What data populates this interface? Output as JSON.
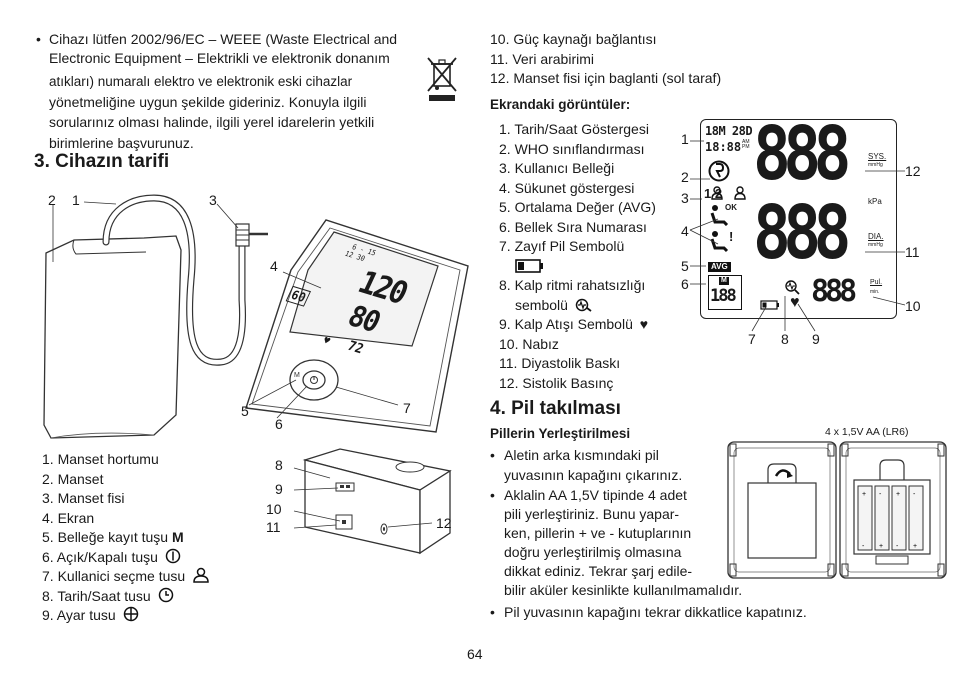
{
  "weee_text": [
    "Cihazı lütfen 2002/96/EC – WEEE (Waste Electrical and",
    "Electronic Equipment – Elektrikli ve elektronik donanım",
    "atıkları) numaralı elektro ve elektronik eski cihazlar",
    "yönetmeliğine uygun şekilde gideriniz. Konuyla ilgili",
    "sorularınız olması halinde, ilgili yerel idarelerin yetkili",
    "birimlerine başvurunuz."
  ],
  "section3": {
    "title": "3. Cihazın tarifi",
    "parts_list": [
      "1. Manset hortumu",
      "2. Manset",
      "3. Manset fisi",
      "4. Ekran",
      "5. Belleğe kayıt tuşu",
      "6. Açık/Kapalı tuşu",
      "7. Kullanici seçme tusu",
      "8. Tarih/Saat tusu",
      "9. Ayar tusu"
    ],
    "memory_key_letter": "M",
    "parts_list_right": [
      "10. Güç kaynağı bağlantısı",
      "11. Veri arabirimi",
      "12. Manset fisi için baglanti (sol taraf)"
    ],
    "diagram_callouts_top": [
      "2",
      "1",
      "3",
      "4",
      "5",
      "6",
      "7"
    ],
    "diagram_callouts_bottom": [
      "8",
      "9",
      "10",
      "11",
      "12"
    ],
    "device_display": {
      "sys": "120",
      "dia": "80",
      "pulse": "72",
      "mem": "60",
      "date1": "6 - 15",
      "date2": "12 30"
    }
  },
  "screen": {
    "title": "Ekrandaki görüntüler:",
    "items_a": [
      "1. Tarih/Saat Göstergesi",
      "2. WHO sınıflandırması",
      "3. Kullanıcı Belleği",
      "4. Sükunet göstergesi",
      "5. Ortalama Değer (AVG)",
      "6. Bellek Sıra Numarası",
      "7. Zayıf Pil Sembolü"
    ],
    "item8_line1": "8. Kalp ritmi rahatsızlığı",
    "item8_line2": "sembolü",
    "item9": "9. Kalp Atışı Sembolü",
    "items_b": [
      "10. Nabız",
      "11. Diyastolik Baskı",
      "12. Sistolik Basınç"
    ],
    "lcd": {
      "date_top": "18M 28D",
      "date_bottom": "18:88",
      "sys_digits": "888",
      "dia_digits": "888",
      "pulse_digits": "888",
      "mem_digits": "188",
      "mem_letter": "M",
      "avg": "AVG",
      "ok": "OK",
      "excl": "!",
      "user_icons": "1 2",
      "am": "AM",
      "pm": "PM",
      "sys_label": "SYS.",
      "sys_unit": "mmHg",
      "kpa": "kPa",
      "dia_label": "DIA.",
      "dia_unit": "mmHg",
      "pul_label": "Pul.",
      "pul_unit": "min."
    },
    "callouts_left": [
      "1",
      "2",
      "3",
      "4",
      "5",
      "6"
    ],
    "callouts_right": [
      "12",
      "11",
      "10"
    ],
    "callouts_bottom": [
      "7",
      "8",
      "9"
    ]
  },
  "section4": {
    "title": "4. Pil takılması",
    "subtitle": "Pillerin Yerleştirilmesi",
    "battery_label": "4 x 1,5V AA (LR6)",
    "bullets": [
      [
        "Aletin arka kısmındaki pil",
        "yuvasının kapağını çıkarınız."
      ],
      [
        "Aklalin AA 1,5V tipinde 4 adet",
        "pili yerleştiriniz. Bunu yapar-",
        "ken, pillerin + ve - kutuplarının",
        "doğru yerleştirilmiş olmasına",
        "dikkat ediniz. Tekrar şarj edile-",
        "bilir aküler kesinlikte kullanılmamalıdır."
      ],
      [
        "Pil yuvasının kapağını tekrar dikkatlice kapatınız."
      ]
    ]
  },
  "page_number": "64"
}
